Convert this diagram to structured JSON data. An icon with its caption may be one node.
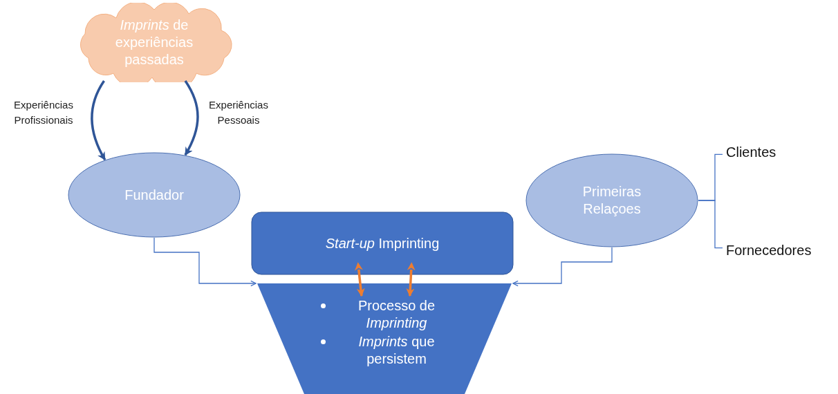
{
  "diagram": {
    "nodes": [
      {
        "text": [
          "*Imprints* de experiências passadas"
        ]
      },
      {
        "text": [
          "Fundador"
        ]
      },
      {
        "text": [
          "Primeiras Relaçoes"
        ]
      },
      {
        "text": [
          "*Start-up* Imprinting"
        ]
      },
      {
        "text": [
          "Processo de *Imprinting*",
          "*Imprints* que persistem"
        ]
      },
      {
        "text": [
          "Clientes"
        ]
      },
      {
        "text": [
          "Fornecedores"
        ]
      }
    ],
    "edges": [
      {
        "from": 0,
        "to": 1,
        "arrow": "to",
        "label": "Experiências Profissionais",
        "style": "thick",
        "color": "#2f5597"
      },
      {
        "from": 0,
        "to": 1,
        "arrow": "to",
        "label": "Experiências Pessoais",
        "style": "thick",
        "color": "#2f5597"
      },
      {
        "from": 1,
        "to": 4,
        "arrow": "to"
      },
      {
        "from": 2,
        "to": 4,
        "arrow": "to"
      },
      {
        "from": 3,
        "to": 4,
        "arrow": "both",
        "style": "thick",
        "color": "#ed7d31"
      },
      {
        "from": 3,
        "to": 4,
        "arrow": "both",
        "style": "thick",
        "color": "#ed7d31"
      },
      {
        "from": 2,
        "to": 5,
        "arrow": "none"
      },
      {
        "from": 2,
        "to": 6,
        "arrow": "none"
      }
    ]
  }
}
